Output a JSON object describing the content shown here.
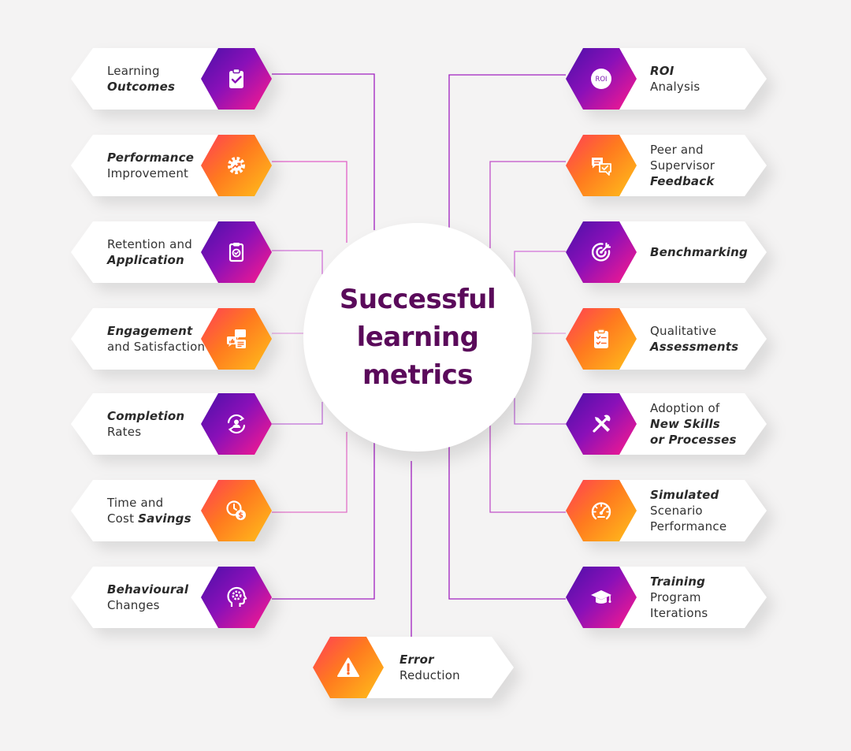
{
  "title": {
    "lines": [
      "Successful",
      "learning",
      "metrics"
    ]
  },
  "colors": {
    "purple_gradient": [
      "#4a10a8",
      "#8a10b8",
      "#ff1a8c"
    ],
    "orange_gradient": [
      "#ff3d57",
      "#ff7a1f",
      "#ffc11a"
    ],
    "title_color": "#5a0a5a",
    "connector_color": "#c040c0"
  },
  "metrics_left": [
    {
      "lines": [
        {
          "text": "Learning",
          "bold": false
        },
        {
          "text": "Outcomes",
          "bold": true
        }
      ],
      "icon": "clipboard-check-icon",
      "color": "purple"
    },
    {
      "lines": [
        {
          "text": "Performance",
          "bold": true
        },
        {
          "text": "Improvement",
          "bold": false
        }
      ],
      "icon": "gear-growth-icon",
      "color": "orange"
    },
    {
      "lines": [
        {
          "text": "Retention and",
          "bold": false
        },
        {
          "text": "Application",
          "bold": true
        }
      ],
      "icon": "clipboard-check-icon",
      "color": "purple"
    },
    {
      "lines": [
        {
          "text": "Engagement",
          "bold": true
        },
        {
          "text": "and Satisfaction",
          "bold": false
        }
      ],
      "icon": "feedback-thumbs-icon",
      "color": "orange"
    },
    {
      "lines": [
        {
          "text": "Completion",
          "bold": true
        },
        {
          "text": "Rates",
          "bold": false
        }
      ],
      "icon": "user-cycle-icon",
      "color": "purple"
    },
    {
      "lines": [
        {
          "text": "Time and",
          "bold": false
        },
        {
          "text": "Cost ",
          "bold": false,
          "suffix": "Savings"
        }
      ],
      "icon": "clock-dollar-icon",
      "color": "orange"
    },
    {
      "lines": [
        {
          "text": "Behavioural",
          "bold": true
        },
        {
          "text": "Changes",
          "bold": false
        }
      ],
      "icon": "head-gear-icon",
      "color": "purple"
    }
  ],
  "metrics_right": [
    {
      "lines": [
        {
          "text": "ROI",
          "bold": true
        },
        {
          "text": "Analysis",
          "bold": false
        }
      ],
      "icon": "roi-icon",
      "icon_text": "ROI",
      "color": "purple"
    },
    {
      "lines": [
        {
          "text": "Peer and",
          "bold": false
        },
        {
          "text": "Supervisor",
          "bold": false
        },
        {
          "text": "Feedback",
          "bold": true
        }
      ],
      "icon": "chat-bubbles-icon",
      "color": "orange"
    },
    {
      "lines": [
        {
          "text": "Benchmarking",
          "bold": true
        }
      ],
      "icon": "target-icon",
      "color": "purple"
    },
    {
      "lines": [
        {
          "text": "Qualitative",
          "bold": false
        },
        {
          "text": "Assessments",
          "bold": true
        }
      ],
      "icon": "checklist-icon",
      "color": "orange"
    },
    {
      "lines": [
        {
          "text": "Adoption of",
          "bold": false
        },
        {
          "text": "New Skills",
          "bold": true
        },
        {
          "text": "or Processes",
          "bold": true
        }
      ],
      "icon": "tools-icon",
      "color": "purple"
    },
    {
      "lines": [
        {
          "text": "Simulated",
          "bold": true
        },
        {
          "text": "Scenario",
          "bold": false
        },
        {
          "text": "Performance",
          "bold": false
        }
      ],
      "icon": "gauge-icon",
      "color": "orange"
    },
    {
      "lines": [
        {
          "text": "Training",
          "bold": true
        },
        {
          "text": "Program",
          "bold": false
        },
        {
          "text": "Iterations",
          "bold": false
        }
      ],
      "icon": "graduation-cap-icon",
      "color": "purple"
    }
  ],
  "metric_bottom": {
    "lines": [
      {
        "text": "Error",
        "bold": true
      },
      {
        "text": "Reduction",
        "bold": false
      }
    ],
    "icon": "warning-icon",
    "color": "orange"
  }
}
